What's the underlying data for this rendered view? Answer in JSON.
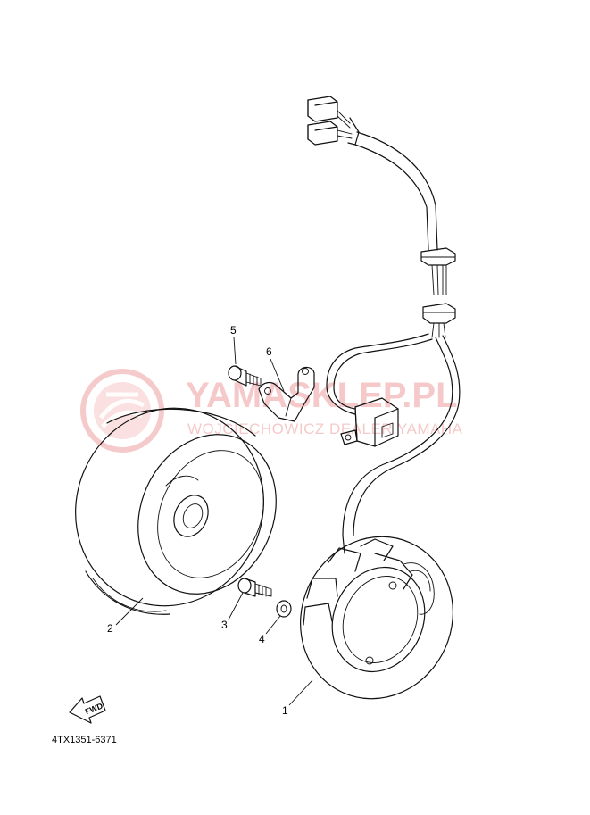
{
  "diagram": {
    "code": "4TX1351-6371",
    "fwd_label": "FWD",
    "parts": [
      {
        "number": "1"
      },
      {
        "number": "2"
      },
      {
        "number": "3"
      },
      {
        "number": "4"
      },
      {
        "number": "5"
      },
      {
        "number": "6"
      }
    ]
  },
  "watermark": {
    "title": "YAMASKLEP.PL",
    "subtitle": "WOJCIECHOWICZ DEALER YAMAHA",
    "color": "#f2b8b8"
  },
  "colors": {
    "ink": "#111111",
    "background": "#ffffff"
  }
}
